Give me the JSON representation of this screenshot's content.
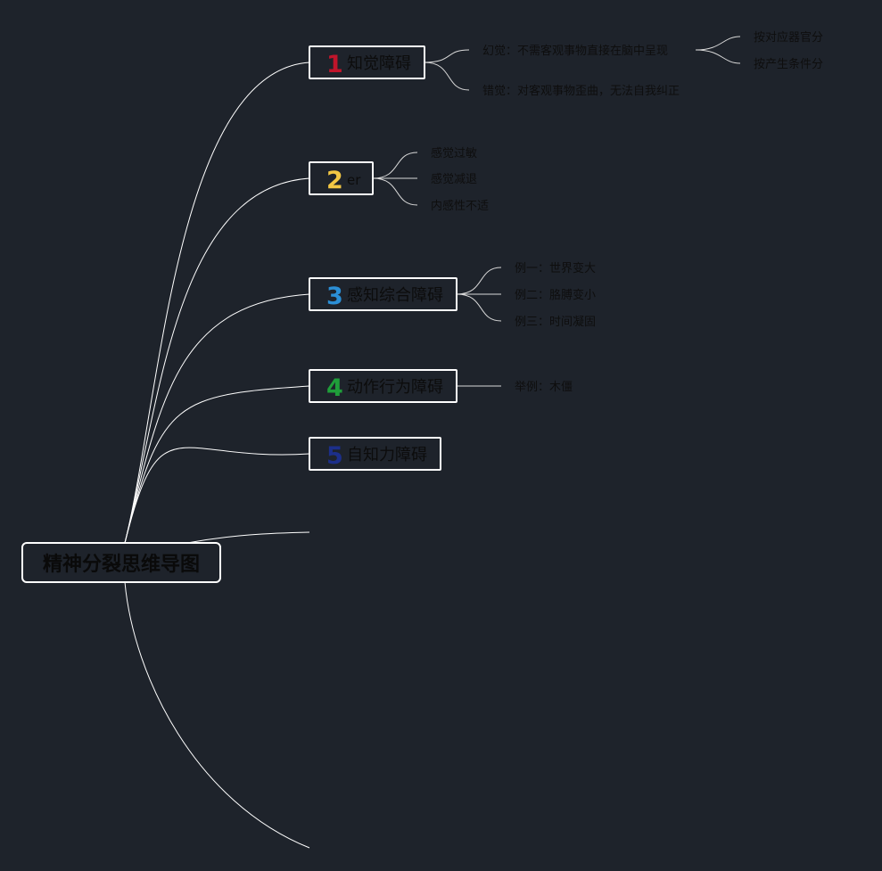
{
  "root": {
    "label": "精神分裂思维导图"
  },
  "branches": [
    {
      "badge": "1",
      "badge_color": "#c0152b",
      "label": "知觉障碍",
      "children": [
        {
          "label": "幻觉：不需客观事物直接在脑中呈现",
          "children": [
            {
              "label": "按对应器官分"
            },
            {
              "label": "按产生条件分"
            }
          ]
        },
        {
          "label": "错觉：对客观事物歪曲，无法自我纠正"
        }
      ]
    },
    {
      "badge": "2",
      "badge_color": "#f2c744",
      "label": "er",
      "children": [
        {
          "label": "感觉过敏"
        },
        {
          "label": "感觉减退"
        },
        {
          "label": "内感性不适"
        }
      ]
    },
    {
      "badge": "3",
      "badge_color": "#2b8fd6",
      "label": "感知综合障碍",
      "children": [
        {
          "label": "例一：世界变大"
        },
        {
          "label": "例二：胳膊变小"
        },
        {
          "label": "例三：时间凝固"
        }
      ]
    },
    {
      "badge": "4",
      "badge_color": "#1f9e3a",
      "label": "动作行为障碍",
      "children": [
        {
          "label": "举例：木僵"
        }
      ]
    },
    {
      "badge": "5",
      "badge_color": "#1c2f8a",
      "label": "自知力障碍",
      "children": []
    }
  ],
  "empty_branch_count": 2,
  "colors": {
    "background": "#1e232b",
    "line": "#ffffff",
    "text": "#0c0c0c"
  }
}
